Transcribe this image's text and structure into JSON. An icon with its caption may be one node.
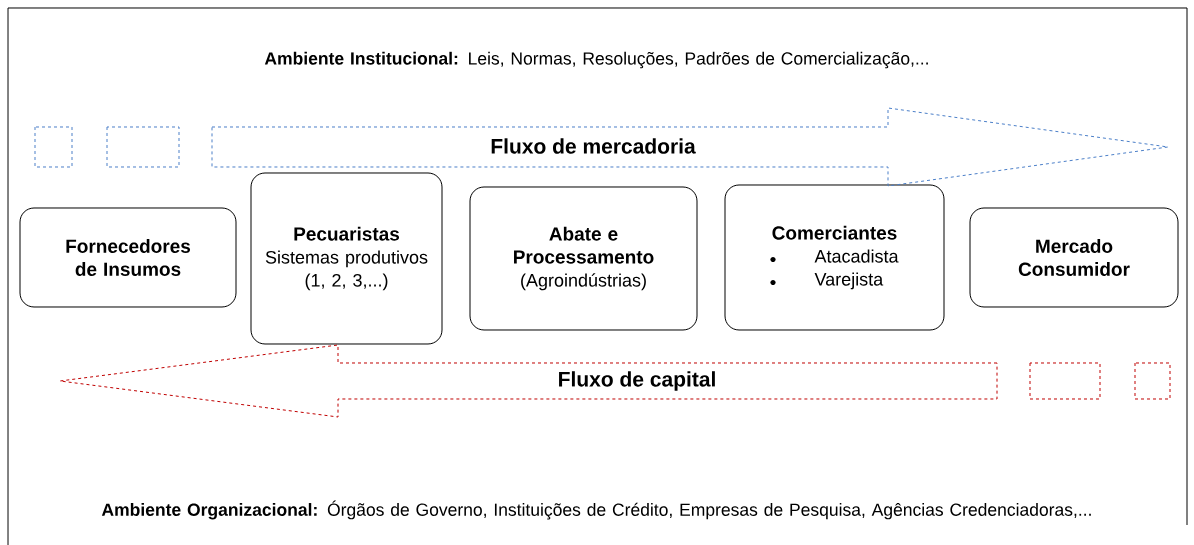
{
  "diagram": {
    "nodes": [
      {
        "text": [
          "Fornecedores de Insumos"
        ]
      },
      {
        "text": [
          "Pecuaristas",
          "Sistemas produtivos (1, 2, 3,...)"
        ]
      },
      {
        "text": [
          "Abate e Processamento",
          "(Agroindústrias)"
        ]
      },
      {
        "text": [
          "Comerciantes",
          "Atacadista",
          "Varejista"
        ]
      },
      {
        "text": [
          "Mercado Consumidor"
        ]
      },
      {
        "text": [
          "Fluxo de mercadoria"
        ]
      },
      {
        "text": [
          "Fluxo de capital"
        ]
      }
    ],
    "labels": [
      "**Ambiente Institucional:** Leis, Normas, Resoluções, Padrões de Comercialização,...",
      "**Ambiente Organizacional:** Órgãos de Governo, Instituições de Crédito, Empresas de Pesquisa, Agências Credenciadoras,..."
    ]
  }
}
